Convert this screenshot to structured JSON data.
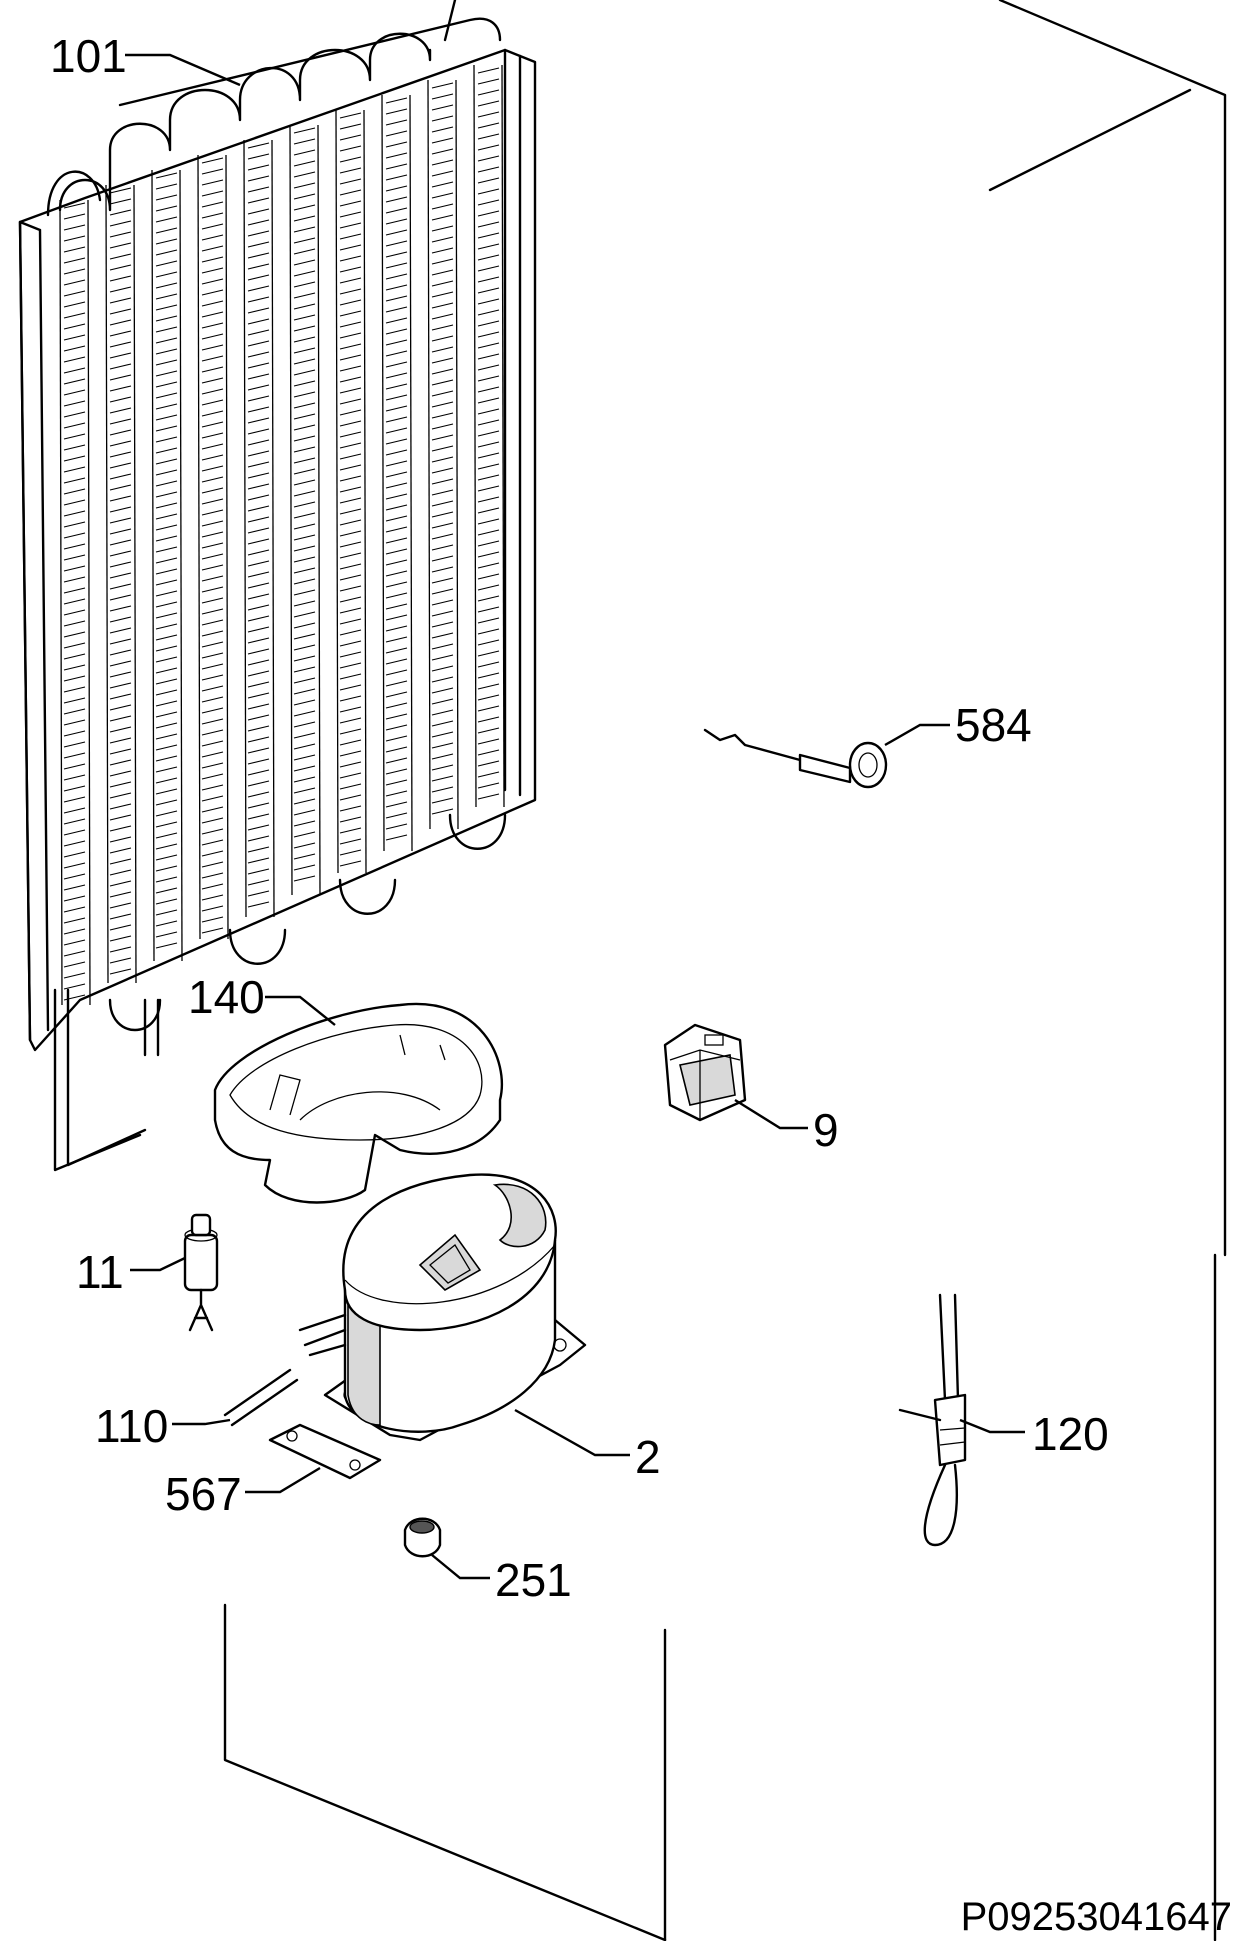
{
  "drawing_code": "P09253041647",
  "callouts": [
    {
      "id": "101",
      "text": "101"
    },
    {
      "id": "584",
      "text": "584"
    },
    {
      "id": "140",
      "text": "140"
    },
    {
      "id": "9",
      "text": "9"
    },
    {
      "id": "11",
      "text": "11"
    },
    {
      "id": "110",
      "text": "110"
    },
    {
      "id": "2",
      "text": "2"
    },
    {
      "id": "120",
      "text": "120"
    },
    {
      "id": "567",
      "text": "567"
    },
    {
      "id": "251",
      "text": "251"
    }
  ],
  "icons": {
    "condenser": "condenser-coil-icon",
    "compressor": "compressor-icon",
    "drip_tray": "drip-tray-icon",
    "relay": "starter-relay-icon",
    "filter": "dryer-filter-icon"
  }
}
